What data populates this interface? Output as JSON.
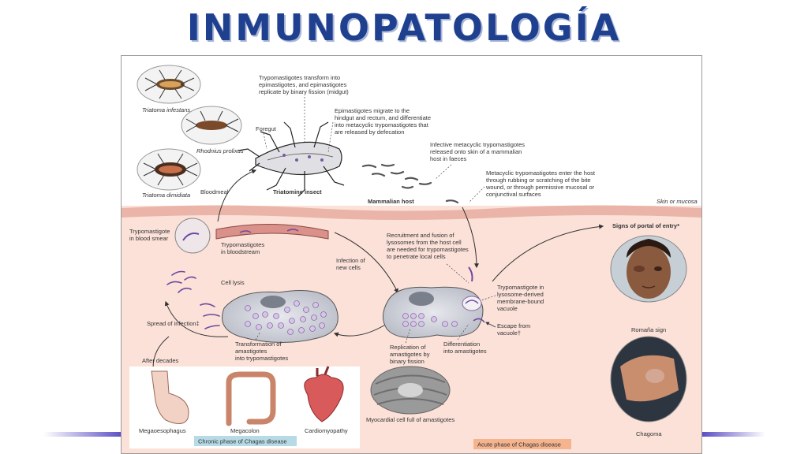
{
  "slide": {
    "title": "INMUNOPATOLOGÍA"
  },
  "figure": {
    "insects": {
      "species_1": "Triatoma infestans",
      "species_2": "Rhodnius prolixus",
      "species_3": "Triatoma dimidiata",
      "foregut": "Foregut",
      "triatomine": "Triatomine insect",
      "bloodmeal": "Bloodmeal",
      "trypo_transform": [
        "Trypomastigotes transform into",
        "epimastigotes, and epimastigotes",
        "replicate by binary fission (midgut)"
      ],
      "epi_migrate": [
        "Epimastigotes migrate to the",
        "hindgut and rectum, and differentiate",
        "into metacyclic trypomastigotes that",
        "are released by defecation"
      ],
      "infective": [
        "Infective metacyclic trypomastigotes",
        "released onto skin of a mammalian",
        "host in faeces"
      ],
      "metacyclic_enter": [
        "Metacyclic trypomastigotes enter the host",
        "through rubbing or scratching of the bite",
        "wound, or through permissive mucosal or",
        "conjunctival surfaces"
      ],
      "mammalian_host": "Mammalian host",
      "skin": "Skin or mucosa"
    },
    "host": {
      "blood_smear": [
        "Trypomastigote",
        "in blood smear"
      ],
      "bloodstream": [
        "Trypomastigotes",
        "in bloodstream"
      ],
      "recruitment": [
        "Recruitment and fusion of",
        "lysosomes from the host cell",
        "are needed for trypomastigotes",
        "to penetrate local cells"
      ],
      "infection_new": [
        "Infection of",
        "new cells"
      ],
      "cell_lysis": "Cell lysis",
      "vacuole": [
        "Trypomastigote in",
        "lysosome-derived",
        "membrane-bound",
        "vacuole"
      ],
      "escape": [
        "Escape from",
        "vacuole†"
      ],
      "spread": "Spread of infection‡",
      "transformation": [
        "Transformation of",
        "amastigotes",
        "into trypomastigotes"
      ],
      "replication": [
        "Replication of",
        "amastigotes by",
        "binary fission"
      ],
      "differentiation": [
        "Differentiation",
        "into amastigotes"
      ],
      "after_decades": "After decades",
      "myocardial": "Myocardial cell full of amastigotes",
      "signs": "Signs of portal of entry*",
      "romana": "Romaña sign",
      "chagoma": "Chagoma"
    },
    "chronic": {
      "megaoesophagus": "Megaoesophagus",
      "megacolon": "Megacolon",
      "cardiomyopathy": "Cardiomyopathy",
      "label": "Chronic phase of Chagas disease"
    },
    "acute_label": "Acute phase of Chagas disease"
  }
}
